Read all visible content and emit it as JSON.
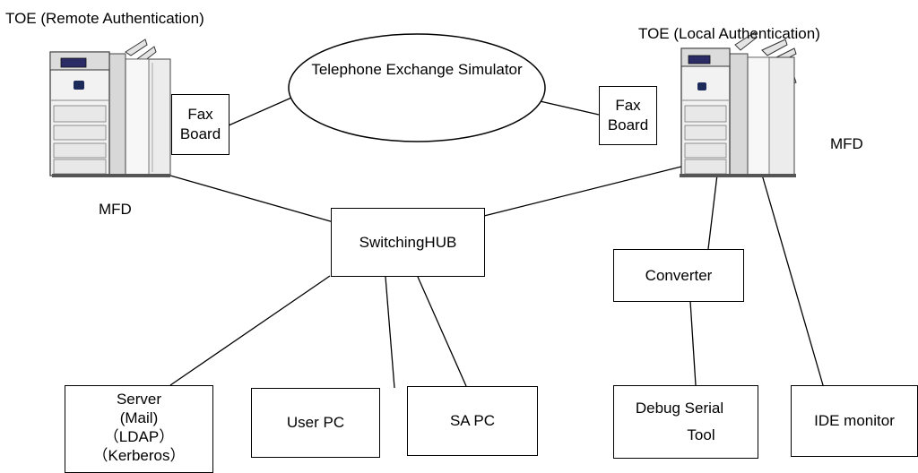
{
  "labels": {
    "toe_remote": "TOE (Remote Authentication)",
    "toe_local": "TOE (Local Authentication)",
    "mfd_left": "MFD",
    "mfd_right": "MFD"
  },
  "nodes": {
    "exchange": [
      "Telephone",
      "Exchange Simulator"
    ],
    "fax_left": [
      "Fax",
      "Board"
    ],
    "fax_right": [
      "Fax",
      "Board"
    ],
    "hub": "SwitchingHUB",
    "converter": "Converter",
    "server": [
      "Server",
      "(Mail)",
      "（LDAP）",
      "（Kerberos）"
    ],
    "user_pc": "User PC",
    "sa_pc": "SA PC",
    "debug": [
      "Debug Serial",
      "Tool"
    ],
    "ide": "IDE monitor"
  }
}
